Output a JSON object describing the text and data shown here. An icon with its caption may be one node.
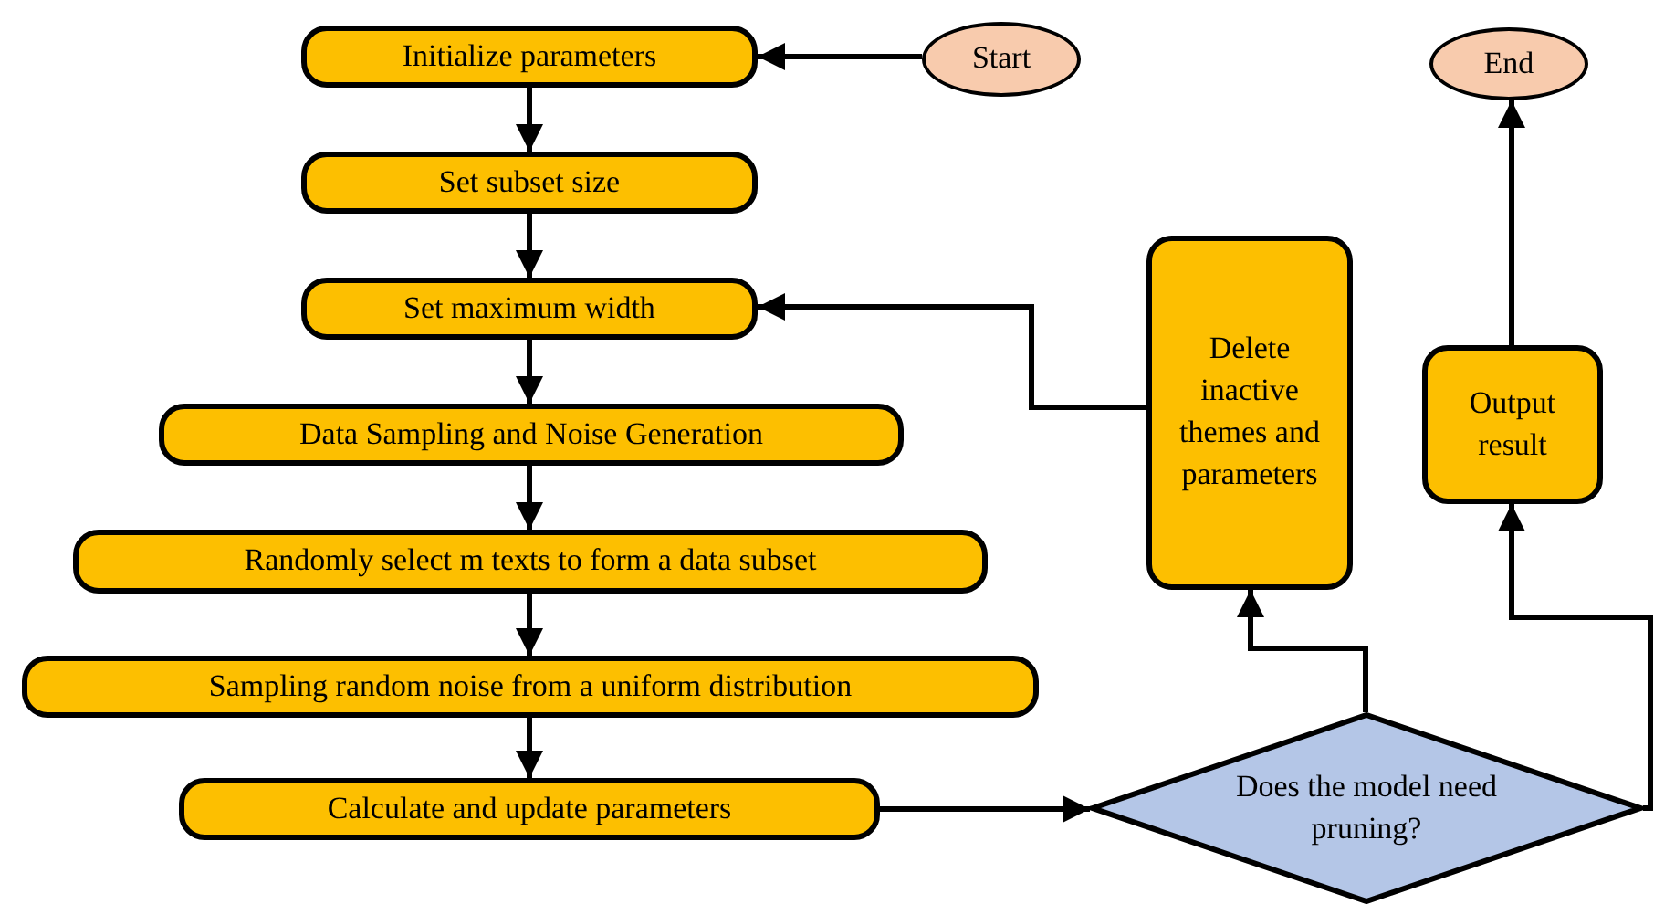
{
  "diagram": {
    "nodes": [
      {
        "text": [
          "Initialize parameters"
        ]
      },
      {
        "text": [
          "Start"
        ]
      },
      {
        "text": [
          "End"
        ]
      },
      {
        "text": [
          "Set subset size"
        ]
      },
      {
        "text": [
          "Set maximum width"
        ]
      },
      {
        "text": [
          "Delete inactive themes and parameters"
        ]
      },
      {
        "text": [
          "Output result"
        ]
      },
      {
        "text": [
          "Data Sampling and Noise Generation"
        ]
      },
      {
        "text": [
          "Randomly select m texts to form a data subset"
        ]
      },
      {
        "text": [
          "Sampling random noise from a uniform distribution"
        ]
      },
      {
        "text": [
          "Calculate and update parameters"
        ]
      },
      {
        "text": [
          "Does the model need pruning?"
        ]
      }
    ],
    "edges": [
      {
        "from": 1,
        "to": 0,
        "arrow": "to"
      },
      {
        "from": 0,
        "to": 3,
        "arrow": "to"
      },
      {
        "from": 3,
        "to": 4,
        "arrow": "to"
      },
      {
        "from": 4,
        "to": 7,
        "arrow": "to"
      },
      {
        "from": 7,
        "to": 8,
        "arrow": "to"
      },
      {
        "from": 8,
        "to": 9,
        "arrow": "to"
      },
      {
        "from": 9,
        "to": 10,
        "arrow": "to"
      },
      {
        "from": 10,
        "to": 11,
        "arrow": "to"
      },
      {
        "from": 11,
        "to": 5,
        "arrow": "to"
      },
      {
        "from": 5,
        "to": 4,
        "arrow": "to"
      },
      {
        "from": 11,
        "to": 6,
        "arrow": "to"
      },
      {
        "from": 6,
        "to": 2,
        "arrow": "to"
      }
    ]
  }
}
